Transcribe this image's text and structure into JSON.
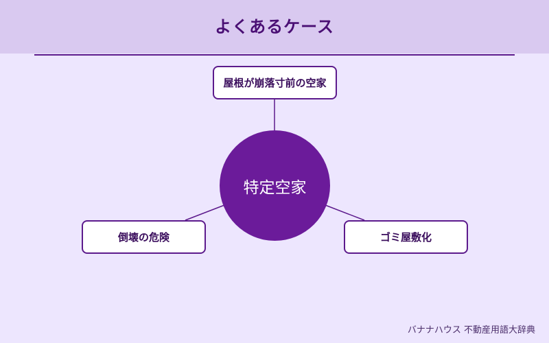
{
  "header": {
    "title": "よくあるケース"
  },
  "diagram": {
    "center": "特定空家",
    "nodes": {
      "top": "屋根が崩落寸前の空家",
      "left": "倒壊の危険",
      "right": "ゴミ屋敷化"
    }
  },
  "footer": {
    "credit": "バナナハウス 不動産用語大辞典"
  },
  "colors": {
    "background": "#ede6fe",
    "header_band": "#d9c9f0",
    "accent": "#6b1b9a",
    "title_text": "#4a0f74"
  }
}
